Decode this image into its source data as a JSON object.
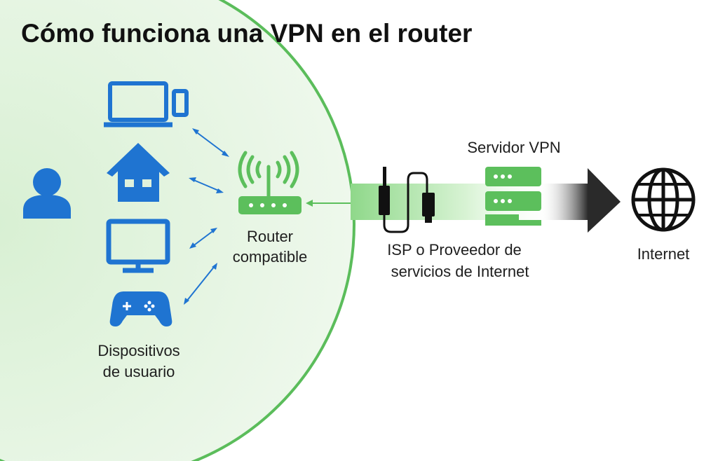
{
  "title": "Cómo funciona una VPN en el router",
  "labels": {
    "devices_line1": "Dispositivos",
    "devices_line2": "de usuario",
    "router_line1": "Router",
    "router_line2": "compatible",
    "vpn_server": "Servidor VPN",
    "isp_line1": "ISP o Proveedor de",
    "isp_line2": "servicios de Internet",
    "internet": "Internet"
  },
  "colors": {
    "device_blue": "#1f74d1",
    "vpn_green": "#5cbf5c",
    "circle_border": "#5bbd5b",
    "circle_fill": "#e3f4e0"
  }
}
